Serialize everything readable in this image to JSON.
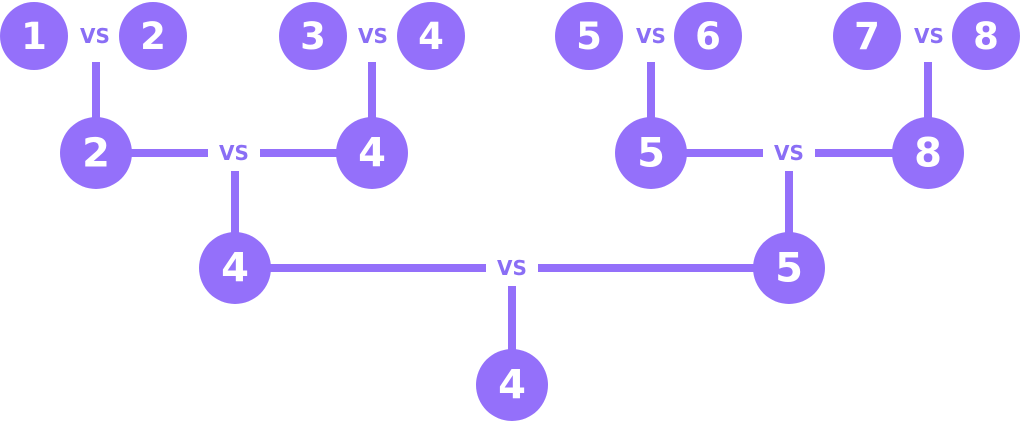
{
  "color": "#9470fa",
  "vs_label": "VS",
  "rounds": [
    [
      {
        "a": "1",
        "b": "2",
        "winner": "2"
      },
      {
        "a": "3",
        "b": "4",
        "winner": "4"
      },
      {
        "a": "5",
        "b": "6",
        "winner": "5"
      },
      {
        "a": "7",
        "b": "8",
        "winner": "8"
      }
    ],
    [
      {
        "a": "2",
        "b": "4",
        "winner": "4"
      },
      {
        "a": "5",
        "b": "8",
        "winner": "5"
      }
    ],
    [
      {
        "a": "4",
        "b": "5",
        "winner": "4"
      }
    ]
  ],
  "champion": "4"
}
